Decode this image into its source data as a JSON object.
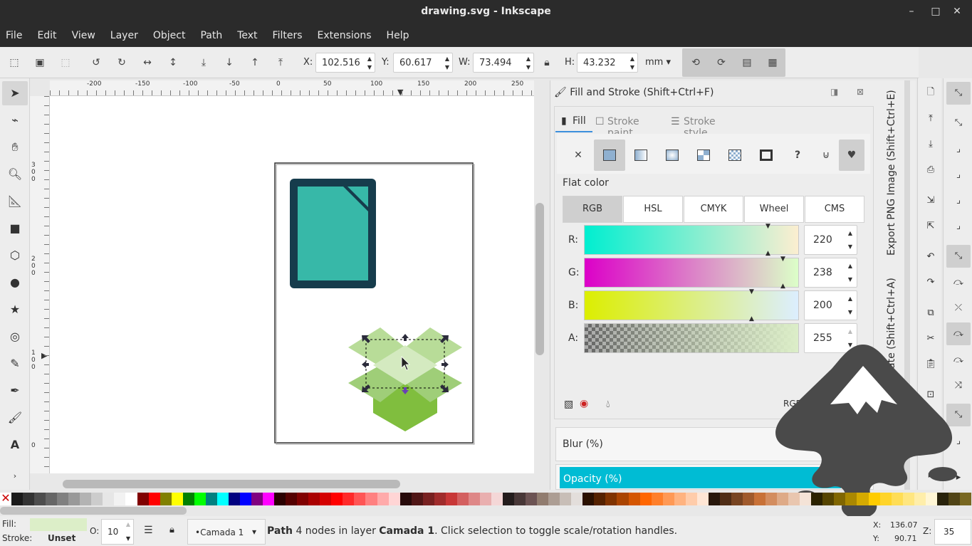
{
  "window": {
    "title": "drawing.svg - Inkscape",
    "minimize": "–",
    "maximize": "□",
    "close": "✕"
  },
  "menu": [
    "File",
    "Edit",
    "View",
    "Layer",
    "Object",
    "Path",
    "Text",
    "Filters",
    "Extensions",
    "Help"
  ],
  "toolcontrols": {
    "x_label": "X:",
    "x_value": "102.516",
    "y_label": "Y:",
    "y_value": "60.617",
    "w_label": "W:",
    "w_value": "73.494",
    "h_label": "H:",
    "h_value": "43.232",
    "unit": "mm"
  },
  "ruler": {
    "h_ticks": [
      "-200",
      "-150",
      "-100",
      "-50",
      "0",
      "50",
      "100",
      "150",
      "200",
      "250"
    ],
    "v_ticks": [
      "3\n0\n0",
      "2\n0\n0",
      "1\n0\n0",
      "0"
    ]
  },
  "dock": {
    "title": "Fill and Stroke (Shift+Ctrl+F)",
    "tabs": [
      "Fill",
      "Stroke paint",
      "Stroke style"
    ],
    "flat_color_label": "Flat color",
    "color_modes": [
      "RGB",
      "HSL",
      "CMYK",
      "Wheel",
      "CMS"
    ],
    "channels": [
      {
        "label": "R:",
        "value": "220"
      },
      {
        "label": "G:",
        "value": "238"
      },
      {
        "label": "B:",
        "value": "200"
      },
      {
        "label": "A:",
        "value": "255"
      }
    ],
    "rgba_label": "RGB",
    "blur_label": "Blur (%)",
    "opacity_label": "Opacity (%)"
  },
  "side_tabs": {
    "export": "Export PNG Image (Shift+Ctrl+E)",
    "align": "ate (Shift+Ctrl+A)"
  },
  "status": {
    "fill_label": "Fill:",
    "stroke_label": "Stroke:",
    "stroke_value": "Unset",
    "opacity_label": "O:",
    "opacity_value": "10",
    "layer": "•Camada 1",
    "message_strong": "Path",
    "message_mid": " 4 nodes in layer ",
    "message_layer": "Camada 1",
    "message_rest": ". Click selection to toggle scale/rotation handles.",
    "x_label": "X:",
    "x_value": "136.07",
    "y_label": "Y:",
    "y_value": "90.71",
    "zoom_label": "Z:",
    "zoom_value": "35"
  },
  "colors": {
    "fill_swatch": "#dceec8",
    "opacity_bar": "#00bcd4",
    "doc_teal": "#37b8a8",
    "doc_frame": "#163c4c",
    "green_light": "#b8dc98",
    "green_mid": "#9fce78",
    "green_dark": "#80be3e"
  },
  "palette": [
    "#1a1a1a",
    "#333",
    "#4d4d4d",
    "#666",
    "#808080",
    "#999",
    "#b3b3b3",
    "#ccc",
    "#e6e6e6",
    "#f2f2f2",
    "#fff",
    "#800000",
    "#ff0000",
    "#808000",
    "#ffff00",
    "#008000",
    "#00ff00",
    "#008080",
    "#00ffff",
    "#000080",
    "#0000ff",
    "#800080",
    "#ff00ff",
    "#2b0000",
    "#550000",
    "#800000",
    "#aa0000",
    "#d40000",
    "#ff0000",
    "#ff2a2a",
    "#ff5555",
    "#ff8080",
    "#ffaaaa",
    "#ffd5d5",
    "#280b0b",
    "#501616",
    "#782121",
    "#a02c2c",
    "#c83737",
    "#d35f5f",
    "#de8787",
    "#e9afaf",
    "#f4d7d7",
    "#241c1c",
    "#483737",
    "#6c5353",
    "#917c6f",
    "#ac9d93",
    "#c8beb7",
    "#e3dedb",
    "#2b1100",
    "#552200",
    "#803300",
    "#aa4400",
    "#d45500",
    "#ff6600",
    "#ff7f2a",
    "#ff9955",
    "#ffb380",
    "#ffccaa",
    "#ffe6d5",
    "#28170b",
    "#502d16",
    "#784421",
    "#a05a2c",
    "#c87137",
    "#d38d5f",
    "#deaa87",
    "#e9c6af",
    "#f4e3d7",
    "#2b2200",
    "#554400",
    "#806600",
    "#aa8800",
    "#d4aa00",
    "#ffcc00",
    "#ffd42a",
    "#ffdd55",
    "#ffe680",
    "#ffeeaa",
    "#fff6d5",
    "#28220b",
    "#504416",
    "#786721"
  ]
}
